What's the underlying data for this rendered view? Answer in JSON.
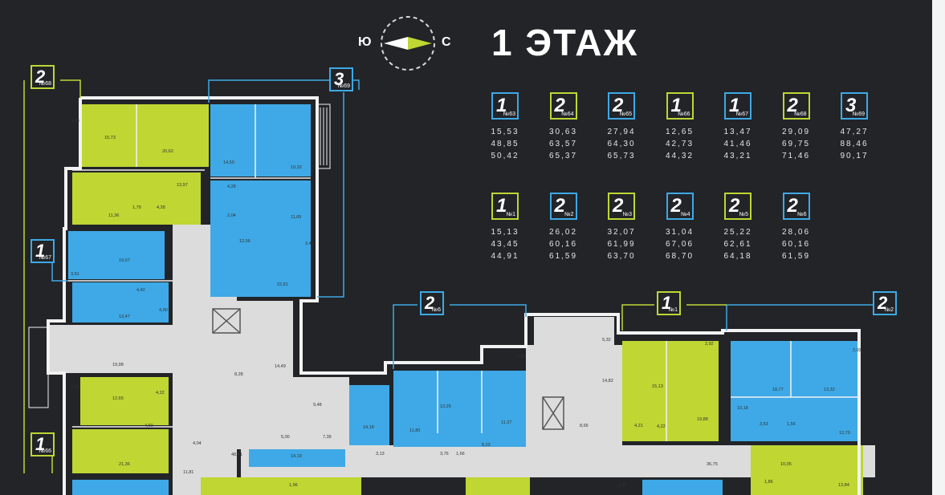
{
  "colors": {
    "green": "#bfd633",
    "blue": "#3ea9e6",
    "corridor": "#dcdcdc",
    "background": "#222428"
  },
  "compass": {
    "south": "Ю",
    "north": "С"
  },
  "floor_title": "1 ЭТАЖ",
  "legend": [
    {
      "rooms": "1",
      "no": "№63",
      "color": "blue",
      "v1": "15,53",
      "v2": "48,85",
      "v3": "50,42"
    },
    {
      "rooms": "2",
      "no": "№64",
      "color": "green",
      "v1": "30,63",
      "v2": "63,57",
      "v3": "65,37"
    },
    {
      "rooms": "2",
      "no": "№65",
      "color": "blue",
      "v1": "27,94",
      "v2": "64,30",
      "v3": "65,73"
    },
    {
      "rooms": "1",
      "no": "№66",
      "color": "green",
      "v1": "12,65",
      "v2": "42,73",
      "v3": "44,32"
    },
    {
      "rooms": "1",
      "no": "№67",
      "color": "blue",
      "v1": "13,47",
      "v2": "41,46",
      "v3": "43,21"
    },
    {
      "rooms": "2",
      "no": "№68",
      "color": "green",
      "v1": "29,09",
      "v2": "69,75",
      "v3": "71,46"
    },
    {
      "rooms": "3",
      "no": "№69",
      "color": "blue",
      "v1": "47,27",
      "v2": "88,46",
      "v3": "90,17"
    },
    {
      "rooms": "1",
      "no": "№1",
      "color": "green",
      "v1": "15,13",
      "v2": "43,45",
      "v3": "44,91"
    },
    {
      "rooms": "2",
      "no": "№2",
      "color": "blue",
      "v1": "26,02",
      "v2": "60,16",
      "v3": "61,59"
    },
    {
      "rooms": "2",
      "no": "№3",
      "color": "green",
      "v1": "32,07",
      "v2": "61,99",
      "v3": "63,70"
    },
    {
      "rooms": "2",
      "no": "№4",
      "color": "blue",
      "v1": "31,04",
      "v2": "67,06",
      "v3": "68,70"
    },
    {
      "rooms": "2",
      "no": "№5",
      "color": "green",
      "v1": "25,22",
      "v2": "62,61",
      "v3": "64,18"
    },
    {
      "rooms": "2",
      "no": "№6",
      "color": "blue",
      "v1": "28,06",
      "v2": "60,16",
      "v3": "61,59"
    }
  ],
  "plan_tags": [
    {
      "rooms": "2",
      "no": "№68",
      "color": "green"
    },
    {
      "rooms": "3",
      "no": "№69",
      "color": "blue"
    },
    {
      "rooms": "1",
      "no": "№67",
      "color": "blue"
    },
    {
      "rooms": "1",
      "no": "№66",
      "color": "green"
    },
    {
      "rooms": "2",
      "no": "№6",
      "color": "blue"
    },
    {
      "rooms": "1",
      "no": "№1",
      "color": "green"
    },
    {
      "rooms": "2",
      "no": "№2",
      "color": "blue"
    }
  ],
  "room_areas": [
    "3,43",
    "15,73",
    "20,62",
    "13,97",
    "11,36",
    "1,79",
    "4,28",
    "14,50",
    "19,32",
    "4,28",
    "2,04",
    "11,65",
    "12,06",
    "3,42",
    "22,81",
    "19,07",
    "3,51",
    "4,42",
    "4,00",
    "13,47",
    "19,98",
    "8,28",
    "14,49",
    "3,18",
    "4,22",
    "12,65",
    "4,60",
    "21,36",
    "4,04",
    "11,81",
    "48,61",
    "9,48",
    "5,00",
    "7,39",
    "14,19",
    "14,18",
    "11,80",
    "13,26",
    "11,27",
    "8,23",
    "3,76",
    "1,66",
    "3,13",
    "1,96",
    "2,80",
    "5,32",
    "14,82",
    "8,65",
    "36,75",
    "15,13",
    "2,92",
    "19,88",
    "4,21",
    "4,22",
    "18,77",
    "13,32",
    "2,93",
    "10,18",
    "3,53",
    "1,56",
    "12,70",
    "10,05",
    "13,84",
    "1,86",
    "3,11"
  ]
}
